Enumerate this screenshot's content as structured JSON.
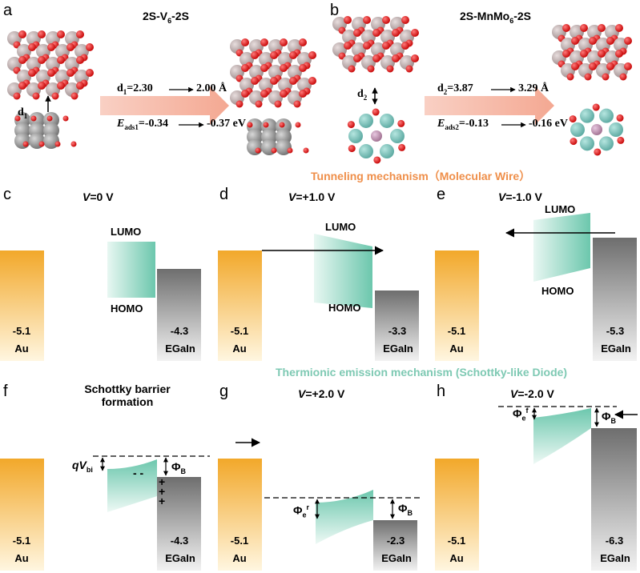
{
  "colors": {
    "gold": "#f2b33a",
    "gray": "#7a7a7a",
    "teal": "#74c8b0",
    "tunneling": "#ef8f4a",
    "thermionic": "#7ec9b3",
    "arrow_pink": "#f6b8a8"
  },
  "panel_a": {
    "letter": "a",
    "title_main": "2S-V",
    "title_sub": "6",
    "title_end": "-2S",
    "d_label": "d",
    "d_sub": "1",
    "d_text": "d₁=2.30 ⟶ 2.00 Å",
    "d_before": "=2.30",
    "d_after": "2.00 Å",
    "e_label": "E",
    "e_sub": "ads1",
    "e_before": "=-0.34",
    "e_after": "-0.37 eV"
  },
  "panel_b": {
    "letter": "b",
    "title_main": "2S-MnMo",
    "title_sub": "6",
    "title_end": "-2S",
    "d_label": "d",
    "d_sub": "2",
    "d_before": "=3.87",
    "d_after": "3.29 Å",
    "e_label": "E",
    "e_sub": "ads2",
    "e_before": "=-0.13",
    "e_after": "-0.16 eV"
  },
  "mechanisms": {
    "tunneling": "Tunneling mechanism（Molecular Wire）",
    "thermionic": "Thermionic emission mechanism (Schottky-like Diode)"
  },
  "panels": {
    "c": {
      "letter": "c",
      "bias_var": "V",
      "bias_value": "=0 V",
      "au": "-5.1",
      "egain": "-4.3",
      "lumo": "LUMO",
      "homo": "HOMO"
    },
    "d": {
      "letter": "d",
      "bias_var": "V",
      "bias_value": "=+1.0 V",
      "au": "-5.1",
      "egain": "-3.3",
      "lumo": "LUMO",
      "homo": "HOMO"
    },
    "e": {
      "letter": "e",
      "bias_var": "V",
      "bias_value": "=-1.0 V",
      "au": "-5.1",
      "egain": "-5.3",
      "lumo": "LUMO",
      "homo": "HOMO"
    },
    "f": {
      "letter": "f",
      "caption_line1": "Schottky barrier",
      "caption_line2": "formation",
      "au": "-5.1",
      "egain": "-4.3",
      "qv": "qV",
      "qv_sub": "bi",
      "phi": "Φ",
      "phi_sub": "B",
      "minus": "- -",
      "plus": "+\n+\n+"
    },
    "g": {
      "letter": "g",
      "bias_var": "V",
      "bias_value": "=+2.0 V",
      "au": "-5.1",
      "egain": "-2.3",
      "phi_e": "Φ",
      "phi_e_sub": "e",
      "phi_e_sup": "r",
      "phi": "Φ",
      "phi_sub": "B"
    },
    "h": {
      "letter": "h",
      "bias_var": "V",
      "bias_value": "=-2.0 V",
      "au": "-5.1",
      "egain": "-6.3",
      "phi_e": "Φ",
      "phi_e_sub": "e",
      "phi_e_sup": "f",
      "phi": "Φ",
      "phi_sub": "B"
    }
  },
  "electrodes": {
    "au": "Au",
    "egain": "EGaIn"
  }
}
